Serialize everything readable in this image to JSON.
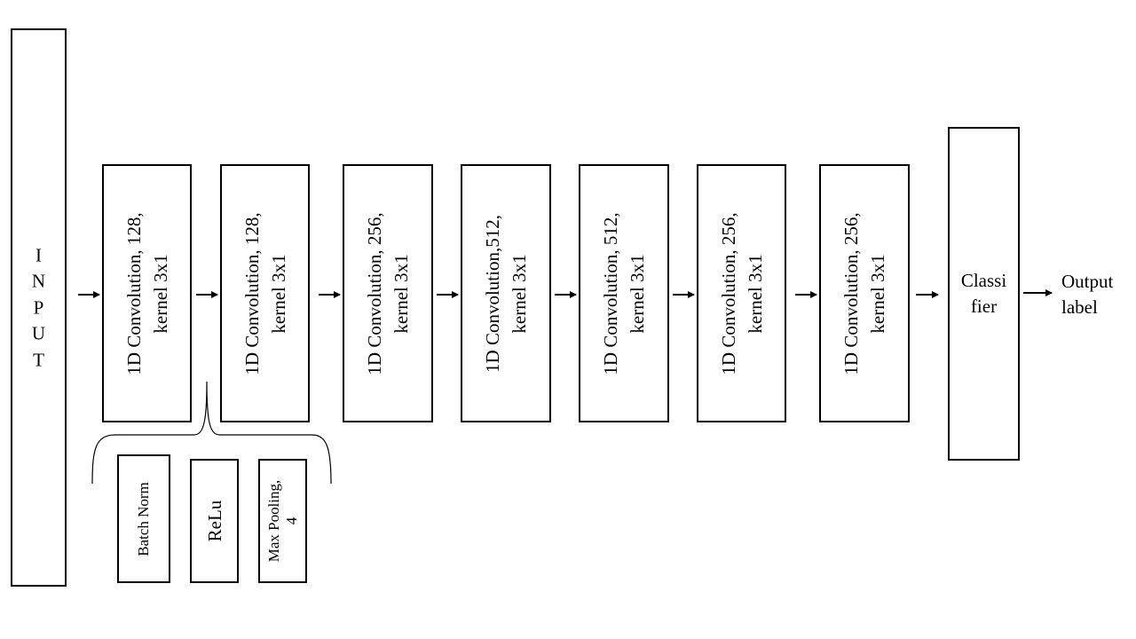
{
  "input": {
    "letters": [
      "I",
      "N",
      "P",
      "U",
      "T"
    ]
  },
  "conv_blocks": [
    {
      "line1": "1D Convolution, 128,",
      "line2": "kernel 3x1"
    },
    {
      "line1": "1D Convolution, 128,",
      "line2": "kernel 3x1"
    },
    {
      "line1": "1D Convolution, 256,",
      "line2": "kernel 3x1"
    },
    {
      "line1": "1D Convolution,512,",
      "line2": "kernel 3x1"
    },
    {
      "line1": "1D Convolution, 512,",
      "line2": "kernel 3x1"
    },
    {
      "line1": "1D Convolution, 256,",
      "line2": "kernel 3x1"
    },
    {
      "line1": "1D Convolution, 256,",
      "line2": "kernel 3x1"
    }
  ],
  "sub_layers": {
    "batch_norm": "Batch Norm",
    "relu": "ReLu",
    "max_pooling_line1": "Max Pooling,",
    "max_pooling_line2": "4"
  },
  "classifier": {
    "line1": "Classi",
    "line2": "fier"
  },
  "output": {
    "line1": "Output",
    "line2": "label"
  }
}
